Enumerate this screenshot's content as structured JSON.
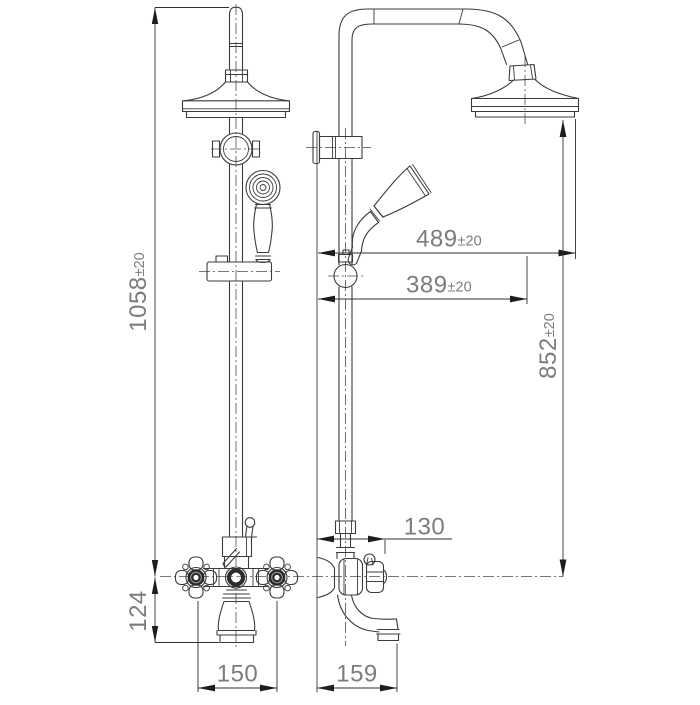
{
  "drawing": {
    "type": "shower-system-dimensional-drawing",
    "background": "#ffffff",
    "line_color": "#3b3b3b",
    "dim_text_color": "#7c7c7c"
  },
  "dimensions": {
    "total_height": {
      "value": "1058",
      "tolerance": "±20"
    },
    "valve_to_spout_drop": {
      "value": "124",
      "tolerance": ""
    },
    "reach_to_head_edge": {
      "value": "489",
      "tolerance": "±20"
    },
    "reach_to_head_center": {
      "value": "389",
      "tolerance": "±20"
    },
    "valve_to_head_height": {
      "value": "852",
      "tolerance": "±20"
    },
    "wall_to_diverter": {
      "value": "130",
      "tolerance": ""
    },
    "handle_centers": {
      "value": "150",
      "tolerance": ""
    },
    "wall_to_spout_tip": {
      "value": "159",
      "tolerance": ""
    }
  }
}
